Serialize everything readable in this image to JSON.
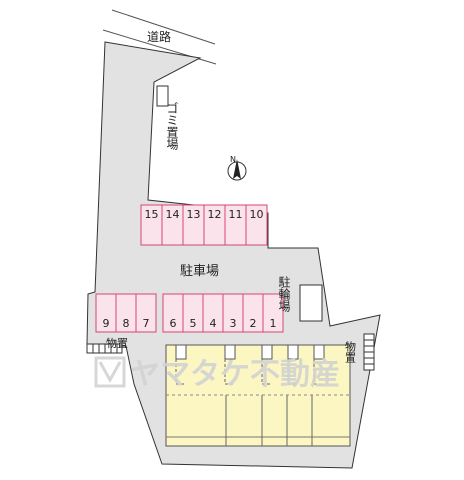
{
  "labels": {
    "road": "道路",
    "garbage": "ゴミ置場",
    "parking": "駐車場",
    "bicycle": "駐輪場",
    "storage_left": "物置",
    "storage_right": "物置",
    "compass_n": "N"
  },
  "watermark": "ヤマタケ不動産",
  "parking_upper": [
    "15",
    "14",
    "13",
    "12",
    "11",
    "10"
  ],
  "parking_left": [
    "9",
    "8",
    "7"
  ],
  "parking_lower": [
    "6",
    "5",
    "4",
    "3",
    "2",
    "1"
  ],
  "colors": {
    "site_fill": "#e2e2e2",
    "building_fill": "#fbf6c2",
    "parking_fill": "#fbe3ec",
    "parking_stroke": "#d4457a",
    "line": "#333333"
  }
}
